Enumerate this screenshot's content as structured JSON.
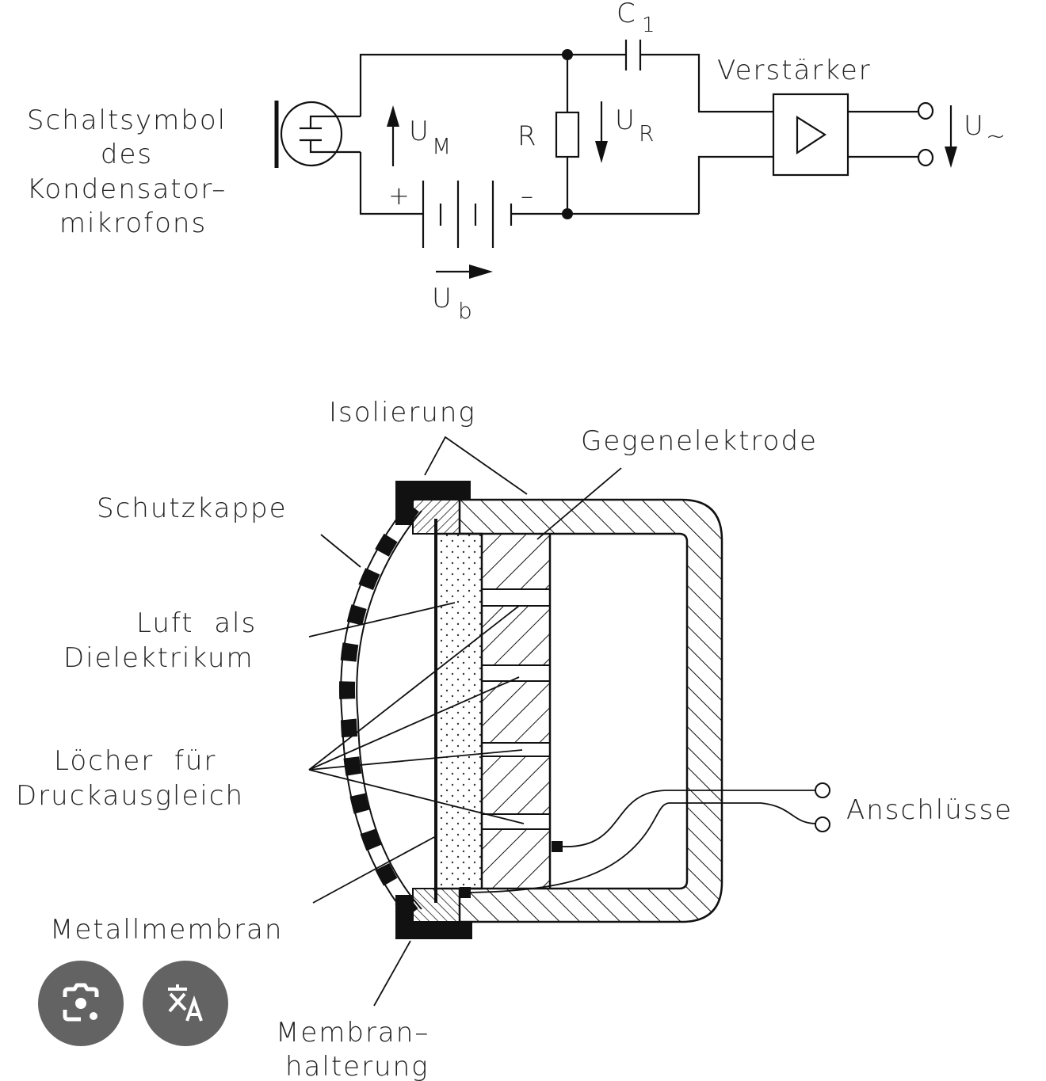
{
  "circuit": {
    "mic_symbol_label": [
      "Schaltsymbol",
      "des",
      "Kondensator–",
      "mikrofons"
    ],
    "capacitor_label": "C",
    "capacitor_sub": "1",
    "amplifier_label": "Verstärker",
    "resistor_label": "R",
    "voltage_mic": "U",
    "voltage_mic_sub": "M",
    "voltage_resistor": "U",
    "voltage_resistor_sub": "R",
    "voltage_output": "U",
    "voltage_output_sub": "~",
    "voltage_battery": "U",
    "voltage_battery_sub": "b",
    "battery_plus": "+",
    "battery_minus": "–"
  },
  "cross_section": {
    "labels": {
      "isolierung": "Isolierung",
      "gegenelektrode": "Gegenelektrode",
      "schutzkappe": "Schutzkappe",
      "luft_line1": "Luft  als",
      "luft_line2": "Dielektrikum",
      "loecher_line1": "Löcher  für",
      "loecher_line2": "Druckausgleich",
      "anschluesse": "Anschlüsse",
      "metallmembran": "Metallmembran",
      "membranhalterung_line1": "Membran–",
      "membranhalterung_line2": "halterung"
    }
  },
  "overlay_buttons": [
    {
      "name": "lens-search",
      "icon": "camera-lens-icon"
    },
    {
      "name": "translate",
      "icon": "translate-icon"
    }
  ],
  "colors": {
    "line": "#111111",
    "button_bg": "#636363",
    "button_icon": "#ffffff"
  }
}
